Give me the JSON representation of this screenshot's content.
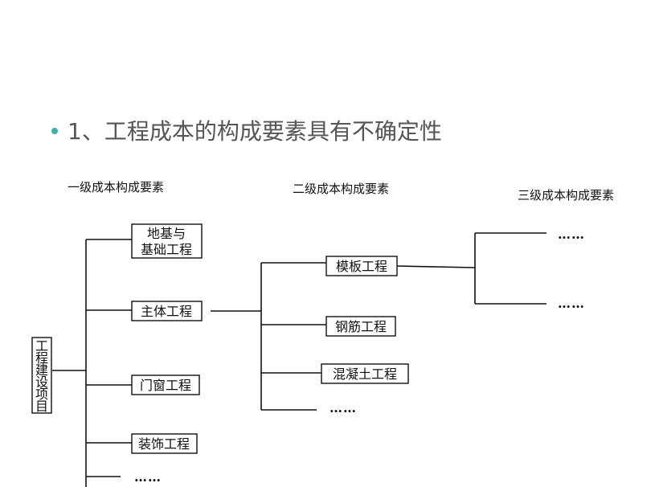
{
  "slide": {
    "title": "1、工程成本的构成要素具有不确定性",
    "bullet_color": "#3bb3a6",
    "title_color": "#555555"
  },
  "diagram": {
    "headers": {
      "level1": "一级成本构成要素",
      "level2": "二级成本构成要素",
      "level3": "三级成本构成要素"
    },
    "root": [
      "工",
      "程",
      "建",
      "设",
      "项",
      "目"
    ],
    "level1": {
      "foundation": [
        "地基与",
        "基础工程"
      ],
      "main_structure": "主体工程",
      "doors_windows": "门窗工程",
      "decoration": "装饰工程",
      "more": "……"
    },
    "level2": {
      "formwork": "模板工程",
      "rebar": "钢筋工程",
      "concrete": "混凝土工程",
      "more": "……"
    },
    "level3": {
      "item_a": "……",
      "item_b": "……"
    }
  }
}
